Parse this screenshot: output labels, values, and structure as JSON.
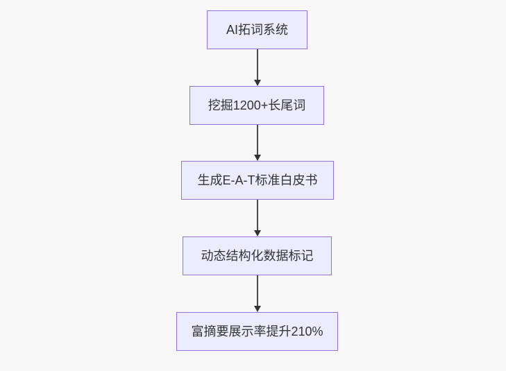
{
  "colors": {
    "background": "#f8f8f8",
    "node_fill": "#ECECFF",
    "node_border": "#9370DB",
    "arrow": "#333333",
    "text": "#333333"
  },
  "chart_data": {
    "type": "flowchart",
    "direction": "top-down",
    "nodes": [
      {
        "id": "n1",
        "label": "AI拓词系统"
      },
      {
        "id": "n2",
        "label": "挖掘1200+长尾词"
      },
      {
        "id": "n3",
        "label": "生成E-A-T标准白皮书"
      },
      {
        "id": "n4",
        "label": "动态结构化数据标记"
      },
      {
        "id": "n5",
        "label": "富摘要展示率提升210%"
      }
    ],
    "edges": [
      {
        "from": "n1",
        "to": "n2",
        "style": "arrow-down"
      },
      {
        "from": "n2",
        "to": "n3",
        "style": "arrow-down"
      },
      {
        "from": "n3",
        "to": "n4",
        "style": "arrow-down"
      },
      {
        "from": "n4",
        "to": "n5",
        "style": "arrow-down"
      }
    ]
  },
  "flowchart": {
    "nodes": [
      {
        "label": "AI拓词系统"
      },
      {
        "label": "挖掘1200+长尾词"
      },
      {
        "label": "生成E-A-T标准白皮书"
      },
      {
        "label": "动态结构化数据标记"
      },
      {
        "label": "富摘要展示率提升210%"
      }
    ]
  }
}
